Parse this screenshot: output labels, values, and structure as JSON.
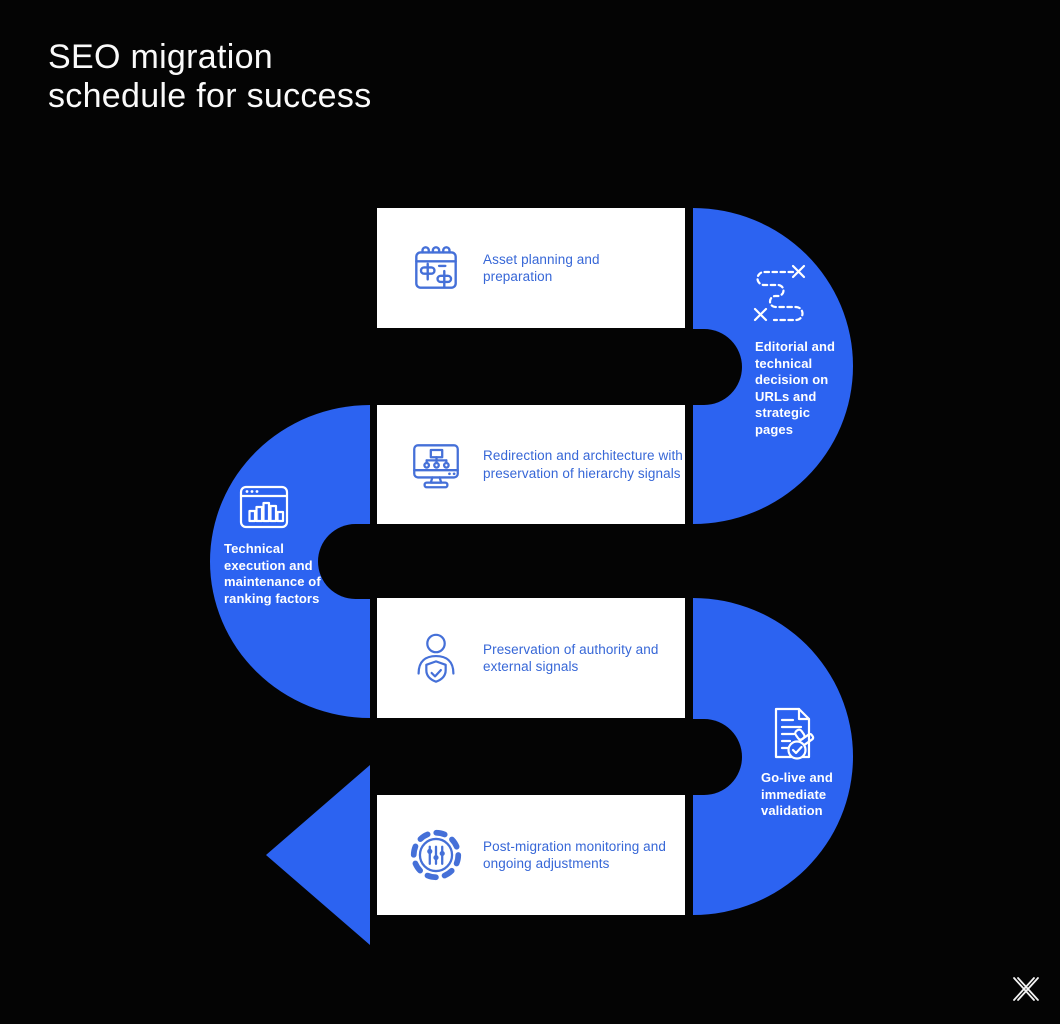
{
  "page": {
    "title_lines": [
      "SEO migration",
      "schedule for success"
    ]
  },
  "colors": {
    "background": "#040404",
    "accent": "#2c63f1",
    "box_bg": "#ffffff",
    "box_text": "#3767d7",
    "box_icon": "#4570d8",
    "curve_text": "#ffffff"
  },
  "steps": [
    {
      "kind": "box",
      "icon": "calendar-planning-icon",
      "label": "Asset planning and preparation"
    },
    {
      "kind": "curve-right",
      "icon": "route-crosses-icon",
      "label": "Editorial and technical decision on URLs and strategic pages"
    },
    {
      "kind": "box",
      "icon": "monitor-sitemap-icon",
      "label": "Redirection and architecture with preservation of hierarchy signals"
    },
    {
      "kind": "curve-left",
      "icon": "browser-bar-chart-icon",
      "label": "Technical execution and maintenance of ranking factors"
    },
    {
      "kind": "box",
      "icon": "user-shield-check-icon",
      "label": "Preservation of authority and external signals"
    },
    {
      "kind": "curve-right",
      "icon": "document-stamp-check-icon",
      "label": "Go-live and immediate validation"
    },
    {
      "kind": "box",
      "icon": "gear-sliders-icon",
      "label": "Post-migration monitoring and ongoing adjustments"
    }
  ],
  "footer": {
    "logo": "X"
  }
}
